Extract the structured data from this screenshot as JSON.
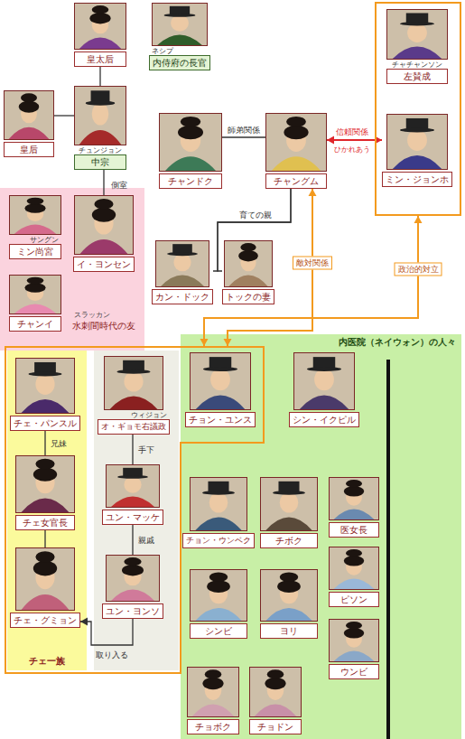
{
  "diagram": {
    "nodes": [
      {
        "text": [
          "皇太后"
        ]
      },
      {
        "text": [
          "ネシプ",
          "内侍府の長官"
        ]
      },
      {
        "text": []
      },
      {
        "text": [
          "チャチャンソン",
          "左賛成"
        ],
        "in": 2
      },
      {
        "text": [
          "皇后"
        ]
      },
      {
        "text": [
          "チュンジョン",
          "中宗"
        ]
      },
      {
        "text": [
          "チャンドク"
        ]
      },
      {
        "text": [
          "チャングム"
        ]
      },
      {
        "text": [
          "ミン・ジョンホ"
        ],
        "in": 2
      },
      {
        "text": [
          "スラッカン",
          "水刺間時代の友"
        ]
      },
      {
        "text": [
          "サングン",
          "ミン尚宮"
        ],
        "in": 9
      },
      {
        "text": [
          "イ・ヨンセン"
        ],
        "in": 9
      },
      {
        "text": [
          "チャンイ"
        ],
        "in": 9
      },
      {
        "text": [
          "カン・ドック"
        ]
      },
      {
        "text": [
          "トックの妻"
        ]
      },
      {
        "text": []
      },
      {
        "text": [
          "チェ一族"
        ],
        "in": 15
      },
      {
        "text": [
          "チェ・パンスル"
        ],
        "in": 16
      },
      {
        "text": [
          "チェ女官長"
        ],
        "in": 16
      },
      {
        "text": [
          "チェ・グミョン"
        ],
        "in": 16
      },
      {
        "text": [
          "ウィジョン",
          "オ・ギョモ右議政"
        ],
        "in": 15
      },
      {
        "text": [
          "ユン・マッケ"
        ],
        "in": 15
      },
      {
        "text": [
          "ユン・ヨンソ"
        ],
        "in": 15
      },
      {
        "text": [
          "チョン・ユンス"
        ],
        "in": 15
      },
      {
        "text": [
          "内医院（ネイウォン）の人々"
        ]
      },
      {
        "text": [
          "シン・イクピル"
        ],
        "in": 24
      },
      {
        "text": [
          "チョン・ウンベク"
        ],
        "in": 24
      },
      {
        "text": [
          "チボク"
        ],
        "in": 24
      },
      {
        "text": [
          "医女長"
        ],
        "in": 24
      },
      {
        "text": [
          "シンビ"
        ],
        "in": 24
      },
      {
        "text": [
          "ヨリ"
        ],
        "in": 24
      },
      {
        "text": [
          "ピソン"
        ],
        "in": 24
      },
      {
        "text": [
          "ウンビ"
        ],
        "in": 24
      },
      {
        "text": [
          "チョボク"
        ],
        "in": 24
      },
      {
        "text": [
          "チョドン"
        ],
        "in": 24
      }
    ],
    "edges": [
      {
        "from": 0,
        "to": 5,
        "arrow": "none"
      },
      {
        "from": 4,
        "to": 5,
        "arrow": "none"
      },
      {
        "from": 5,
        "to": 11,
        "label": "側室",
        "arrow": "none"
      },
      {
        "from": 6,
        "to": 7,
        "label": "師弟関係",
        "arrow": "none"
      },
      {
        "from": 7,
        "to": 8,
        "label": "信頼関係",
        "arrow": "both"
      },
      {
        "from": 7,
        "to": 13,
        "label": "育ての親",
        "arrow": "none"
      },
      {
        "from": 7,
        "to": 14,
        "arrow": "none"
      },
      {
        "from": 7,
        "to": 15,
        "label": "敵対関係",
        "arrow": "both"
      },
      {
        "from": 2,
        "to": 15,
        "label": "政治的対立",
        "arrow": "both"
      },
      {
        "from": 17,
        "to": 18,
        "label": "兄妹",
        "arrow": "none"
      },
      {
        "from": 18,
        "to": 19,
        "arrow": "none"
      },
      {
        "from": 20,
        "to": 21,
        "label": "手下",
        "arrow": "none"
      },
      {
        "from": 21,
        "to": 22,
        "label": "親戚",
        "arrow": "none"
      },
      {
        "from": 22,
        "to": 19,
        "label": "取り入る",
        "arrow": "to"
      }
    ],
    "labels": [
      "ひかれあう"
    ]
  }
}
